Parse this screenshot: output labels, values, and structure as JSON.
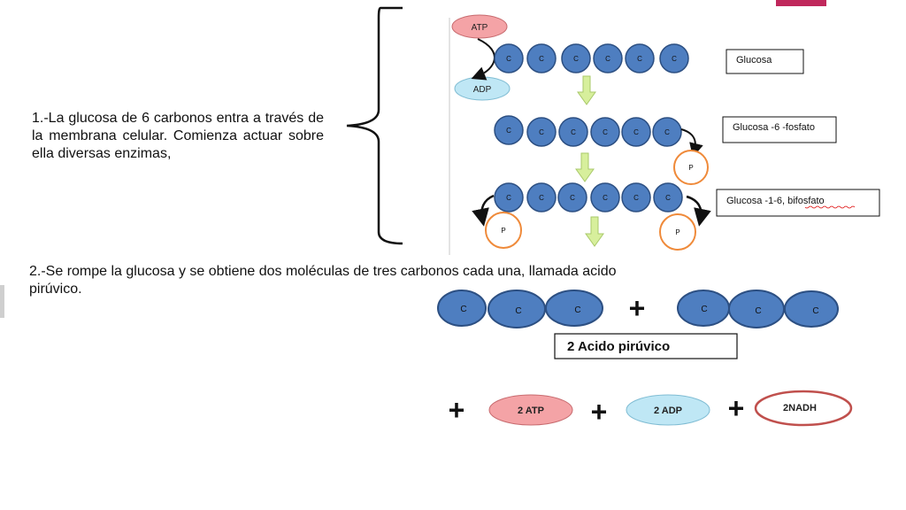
{
  "step1": {
    "text": "1.-La glucosa de 6 carbonos entra a través de la  membrana celular. Comienza actuar sobre ella diversas enzimas,"
  },
  "step2": {
    "text": "2.-Se rompe la glucosa  y  se obtiene dos moléculas de tres carbonos cada una, llamada acido pirúvico."
  },
  "molecules": {
    "carbon": "C",
    "phosphate": "P",
    "atp": "ATP",
    "adp": "ADP",
    "glucose": "Glucosa",
    "g6p": "Glucosa -6 -fosfato",
    "g16bp_prefix": "Glucosa -1-6, ",
    "g16bp_word": "bifosfato",
    "pyruvate": "2  Acido pirúvico",
    "atp2": "2 ATP",
    "adp2": "2 ADP",
    "nadh": "2NADH",
    "plus": "+"
  },
  "colors": {
    "carbon_fill": "#4e7ec0",
    "carbon_stroke": "#2c4f82",
    "atp_fill": "#f4a3a6",
    "adp_fill": "#bfe7f5",
    "phosphate_stroke": "#ef8a3a",
    "nadh_stroke": "#c0504d",
    "arrow_fill": "#d7ef9c",
    "accent": "#c0285c"
  }
}
